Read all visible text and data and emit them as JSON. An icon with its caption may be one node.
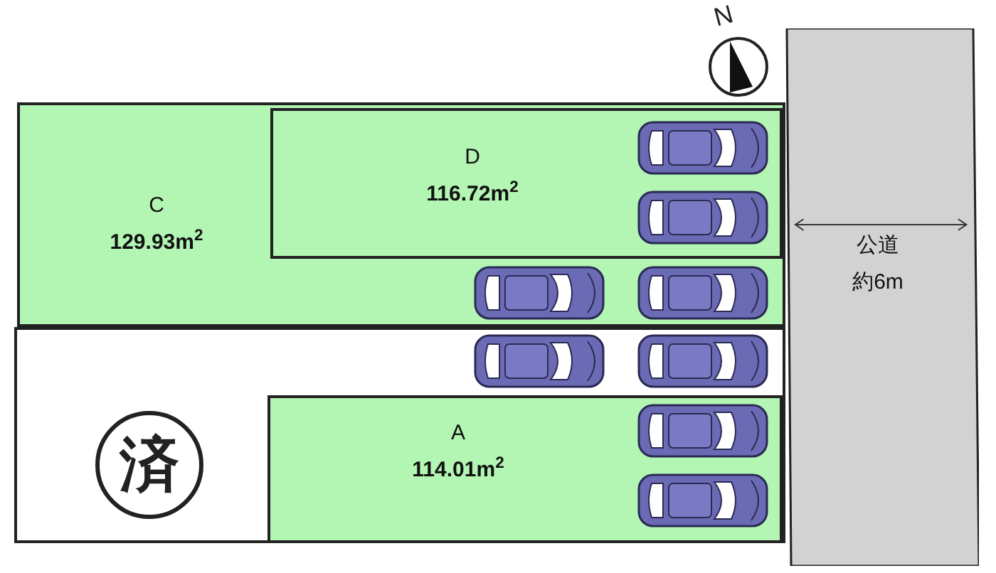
{
  "diagram": {
    "nodes": [
      {
        "text": [
          "C",
          "129.93m$^{2}$"
        ]
      },
      {
        "text": [
          "D",
          "116.72m$^{2}$"
        ],
        "in": 0
      },
      {
        "text": [
          "済"
        ]
      },
      {
        "text": [
          "A",
          "114.01m$^{2}$"
        ],
        "in": 2
      },
      {
        "text": [
          "公道",
          "約6m"
        ]
      }
    ],
    "labels": [
      "N"
    ]
  }
}
